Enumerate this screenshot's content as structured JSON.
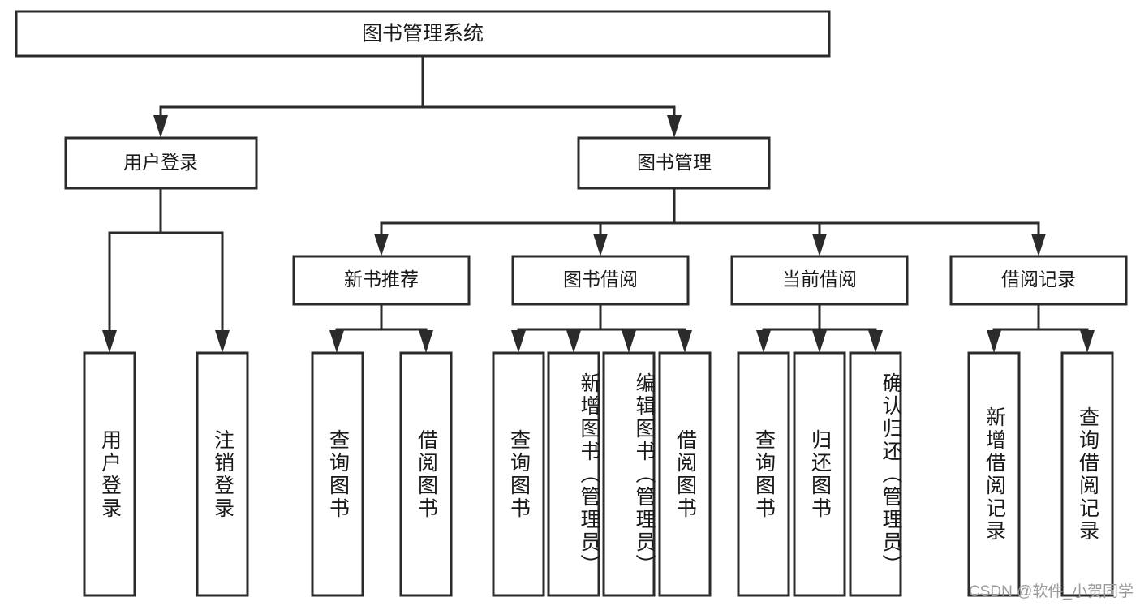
{
  "diagram": {
    "title": "图书管理系统",
    "type": "tree",
    "watermark": "CSDN @软件_小贺同学",
    "colors": {
      "box_stroke": "#2b2b2b",
      "box_fill": "#ffffff",
      "text": "#1a1a1a",
      "background": "#ffffff",
      "watermark": "#9a9a9a"
    },
    "root": {
      "label": "图书管理系统"
    },
    "level2": [
      {
        "label": "用户登录"
      },
      {
        "label": "图书管理"
      }
    ],
    "level3": [
      {
        "label": "新书推荐"
      },
      {
        "label": "图书借阅"
      },
      {
        "label": "当前借阅"
      },
      {
        "label": "借阅记录"
      }
    ],
    "leaves": [
      {
        "label": "用户登录",
        "parent": "用户登录"
      },
      {
        "label": "注销登录",
        "parent": "用户登录"
      },
      {
        "label": "查询图书",
        "parent": "新书推荐"
      },
      {
        "label": "借阅图书",
        "parent": "新书推荐"
      },
      {
        "label": "查询图书",
        "parent": "图书借阅"
      },
      {
        "label": "新增图书（管理员）",
        "parent": "图书借阅"
      },
      {
        "label": "编辑图书（管理员）",
        "parent": "图书借阅"
      },
      {
        "label": "借阅图书",
        "parent": "图书借阅"
      },
      {
        "label": "查询图书",
        "parent": "当前借阅"
      },
      {
        "label": "归还图书",
        "parent": "当前借阅"
      },
      {
        "label": "确认归还（管理员）",
        "parent": "当前借阅"
      },
      {
        "label": "新增借阅记录",
        "parent": "借阅记录"
      },
      {
        "label": "查询借阅记录",
        "parent": "借阅记录"
      }
    ]
  }
}
